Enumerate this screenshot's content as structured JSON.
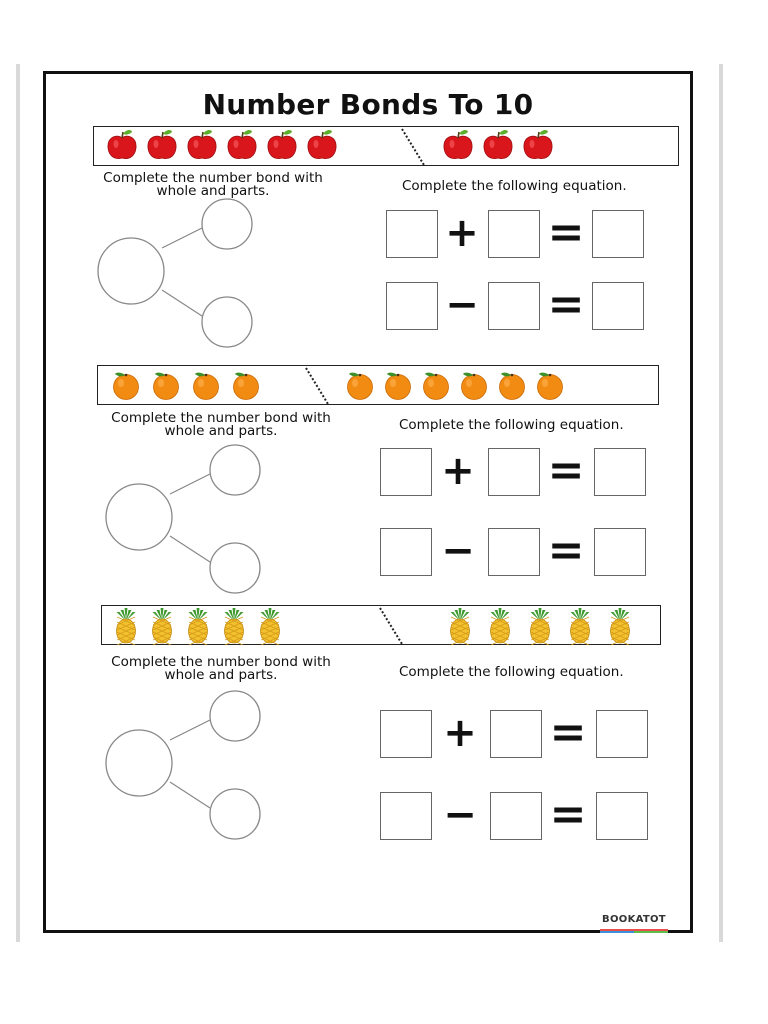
{
  "worksheet": {
    "title": "Number Bonds To 10",
    "brand": "BOOKATOT",
    "sections": [
      {
        "fruit": "apple-icon",
        "fruit_color": "#d8161c",
        "left_count": 6,
        "right_count": 3,
        "bond_caption_line1": "Complete the number bond with",
        "bond_caption_line2": "whole and parts.",
        "equation_caption": "Complete the following equation.",
        "op1": "+",
        "op2": "−",
        "equals": "="
      },
      {
        "fruit": "orange-icon",
        "fruit_color": "#f28b12",
        "left_count": 4,
        "right_count": 6,
        "bond_caption_line1": "Complete the number bond with",
        "bond_caption_line2": "whole and parts.",
        "equation_caption": "Complete the following equation.",
        "op1": "+",
        "op2": "−",
        "equals": "="
      },
      {
        "fruit": "pineapple-icon",
        "fruit_color": "#f2c12e",
        "left_count": 5,
        "right_count": 5,
        "bond_caption_line1": "Complete the number bond with",
        "bond_caption_line2": "whole and parts.",
        "equation_caption": "Complete the following equation.",
        "op1": "+",
        "op2": "−",
        "equals": "="
      }
    ]
  }
}
